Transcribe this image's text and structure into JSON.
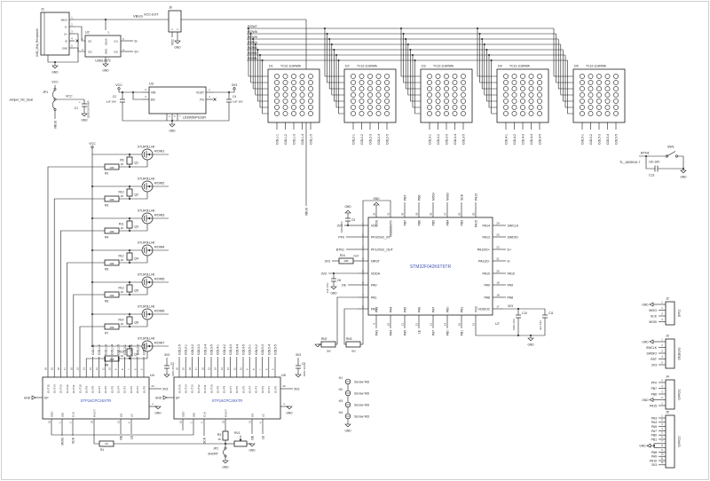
{
  "sheet": {
    "border": "#cfcfcf",
    "bg": "#ffffff"
  },
  "colors": {
    "wire": "#1c1c1c",
    "text": "#1c1c1c",
    "value": "#4053b3"
  },
  "power": {
    "vcc": "VCC",
    "v33": "3V3",
    "gnd": "GND",
    "vbus": "VBUS"
  },
  "usb": {
    "j1": {
      "ref": "J1",
      "label": "USB_Mini_Receptacle",
      "pins": [
        "1",
        "2",
        "3",
        "4",
        "5"
      ],
      "pin_names": [
        "VBUS",
        "D-",
        "D+",
        "ID",
        "GND"
      ]
    },
    "u2": {
      "ref": "U2",
      "part": "USBLC6-2",
      "left_names": [
        "IO1",
        "IO2"
      ],
      "right_names": [
        "IO1",
        "IO2"
      ],
      "top_name": "VBUS",
      "bottom_name": "GND",
      "left_nums": [
        "1",
        "3"
      ],
      "right_nums": [
        "6",
        "4"
      ],
      "top_num": "5",
      "bottom_num": "2",
      "dp": "D+",
      "dm": "D-"
    },
    "ext": {
      "ref": "J6",
      "label": "VCC-EXT",
      "nums": [
        "1",
        "2"
      ]
    },
    "jp1": {
      "ref": "JP1",
      "label": "Jumper_NC_Dual",
      "net_top": "VCC",
      "net_mid": "VCC",
      "net_bot": "VBUS"
    },
    "c1": {
      "ref": "C1",
      "value": "EEHZA1PV5R"
    },
    "u3": {
      "ref": "U3",
      "part": "LD39050PU33R",
      "pins": {
        "vin": "VIN",
        "en": "EN",
        "vout": "VOUT",
        "pg": "PG"
      },
      "nums": {
        "vin": "6",
        "en": "3",
        "vout": "1",
        "pg": "4",
        "gnd": [
          "2",
          "5",
          "7"
        ]
      },
      "in_net": "VCC",
      "out_net": "3V3"
    },
    "c2": {
      "ref": "C2",
      "value": "1uF 16V"
    },
    "c4": {
      "ref": "C4",
      "value": "1uF 16V"
    }
  },
  "matrix": {
    "rows": [
      "ROW7",
      "ROW6",
      "ROW5",
      "ROW4",
      "ROW3",
      "ROW2",
      "ROW1"
    ],
    "part": "TC12-11SRWA",
    "units": [
      {
        "ref": "D1",
        "cols": [
          "COL1-1",
          "COL1-2",
          "COL1-3",
          "COL1-4",
          "COL1-5"
        ]
      },
      {
        "ref": "D2",
        "cols": [
          "COL2-1",
          "COL2-2",
          "COL2-3",
          "COL2-4",
          "COL2-5"
        ]
      },
      {
        "ref": "D3",
        "cols": [
          "COL3-1",
          "COL3-2",
          "COL3-3",
          "COL3-4",
          "COL3-5"
        ]
      },
      {
        "ref": "D4",
        "cols": [
          "COL4-1",
          "COL4-2",
          "COL4-3",
          "COL4-4",
          "COL4-5"
        ]
      },
      {
        "ref": "D5",
        "cols": [
          "COL5-1",
          "COL5-2",
          "COL5-3",
          "COL5-4",
          "COL5-5"
        ]
      }
    ]
  },
  "drivers": {
    "rail": "VCC",
    "part": "STL6P3LLH6",
    "pull_value": "1K",
    "gate_value": "10K",
    "stages": [
      {
        "q": "Q1",
        "rp": "R9",
        "rg": "R2",
        "net": "ROW1"
      },
      {
        "q": "Q2",
        "rp": "R10",
        "rg": "R3",
        "net": "ROW2"
      },
      {
        "q": "Q3",
        "rp": "R11",
        "rg": "R4",
        "net": "ROW3"
      },
      {
        "q": "Q4",
        "rp": "R12",
        "rg": "R5",
        "net": "ROW4"
      },
      {
        "q": "Q5",
        "rp": "R13",
        "rg": "R6",
        "net": "ROW5"
      },
      {
        "q": "Q6",
        "rp": "R14",
        "rg": "R7",
        "net": "ROW6"
      },
      {
        "q": "Q7",
        "rp": "R15",
        "rg": "R8",
        "net": "ROW7"
      }
    ]
  },
  "mcu": {
    "ref": "U7",
    "part": "STM32F042K6T6TR",
    "rst": "RST",
    "left": [
      {
        "num": "1",
        "name": "VDD",
        "net": "3V3"
      },
      {
        "num": "2",
        "name": "PF0/OSC_IN",
        "net": "PF0"
      },
      {
        "num": "3",
        "name": "PF1/OSC_OUT",
        "net": "BTN1"
      },
      {
        "num": "4",
        "name": "NRST",
        "net": "3V3"
      },
      {
        "num": "5",
        "name": "VDDA",
        "net": "3V3"
      },
      {
        "num": "6",
        "name": "PA0",
        "net": "OE"
      },
      {
        "num": "7",
        "name": "PA1",
        "net": ""
      },
      {
        "num": "8",
        "name": "PA2",
        "net": ""
      }
    ],
    "right": [
      {
        "num": "24",
        "name": "PA14",
        "net": "SWCLK"
      },
      {
        "num": "23",
        "name": "PA13",
        "net": "SWDIO"
      },
      {
        "num": "22",
        "name": "PA12/D+",
        "net": "D+"
      },
      {
        "num": "21",
        "name": "PA11/D-",
        "net": "D-"
      },
      {
        "num": "20",
        "name": "PA10",
        "net": "PA10"
      },
      {
        "num": "19",
        "name": "PA9",
        "net": "PA9"
      },
      {
        "num": "18",
        "name": "PA8",
        "net": "PA8"
      },
      {
        "num": "17",
        "name": "VDDIO2",
        "net": "3V3"
      }
    ],
    "top": [
      {
        "num": "32",
        "name": "VSS",
        "net": "GND"
      },
      {
        "num": "31",
        "name": "PB8/BOOT0",
        "net": ""
      },
      {
        "num": "30",
        "name": "PB7",
        "net": "PB7"
      },
      {
        "num": "29",
        "name": "PB6",
        "net": "PB6"
      },
      {
        "num": "28",
        "name": "PB5",
        "net": "MOSI"
      },
      {
        "num": "27",
        "name": "PB4",
        "net": "MISO"
      },
      {
        "num": "26",
        "name": "PB3",
        "net": "SCK"
      },
      {
        "num": "25",
        "name": "PA15",
        "net": "PA15"
      }
    ],
    "bottom": [
      {
        "num": "9",
        "name": "PA3",
        "net": "PA3"
      },
      {
        "num": "10",
        "name": "PA4",
        "net": "PA4"
      },
      {
        "num": "11",
        "name": "PA5",
        "net": "PA5"
      },
      {
        "num": "12",
        "name": "PA6",
        "net": "LE"
      },
      {
        "num": "13",
        "name": "PA7",
        "net": "PA7"
      },
      {
        "num": "14",
        "name": "PB0",
        "net": "PB0"
      },
      {
        "num": "15",
        "name": "PB1",
        "net": "PB1"
      },
      {
        "num": "16",
        "name": "VSS",
        "net": ""
      }
    ],
    "r24": {
      "ref": "R24",
      "value": "10K"
    },
    "c8": {
      "ref": "C8",
      "value": "1uF 16V"
    },
    "c9": {
      "ref": "C9",
      "value": "100n 16V"
    },
    "c10": {
      "ref": "C10",
      "value": "100n 16V"
    },
    "c11": {
      "ref": "C11",
      "value": "4u7 16V"
    },
    "rn2": {
      "ref": "RN2",
      "value": "2k2"
    },
    "rn3": {
      "ref": "RN3",
      "value": "2k2"
    }
  },
  "sr": {
    "part": "STP16CPC26XTR",
    "ep": "EP",
    "vdd_num": "24",
    "gnd_num": "1",
    "top_nums": [
      "20",
      "19",
      "18",
      "17",
      "16",
      "15",
      "14",
      "13",
      "12",
      "11",
      "10",
      "9",
      "8",
      "7",
      "6",
      "5"
    ],
    "out_names": [
      "OUT15",
      "OUT14",
      "OUT13",
      "OUT12",
      "OUT11",
      "OUT10",
      "OUT9",
      "OUT8",
      "OUT7",
      "OUT6",
      "OUT5",
      "OUT4",
      "OUT3",
      "OUT2",
      "OUT1",
      "OUT0"
    ],
    "bottom_pins": [
      {
        "name": "SDO",
        "num": "22"
      },
      {
        "name": "SDI",
        "num": "2"
      },
      {
        "name": "CLK",
        "num": "3"
      },
      {
        "name": "R-EXT",
        "num": "23"
      },
      {
        "name": "OE",
        "num": "21"
      },
      {
        "name": "LE",
        "num": "4"
      }
    ],
    "u4": {
      "ref": "U4",
      "cap_ref": "C3",
      "cap_val": "100n 16V",
      "sdi_net": "MOSI",
      "clk_net": "SCK",
      "oe_net": "OE",
      "le_net": "LE",
      "top_nets": [
        "",
        "",
        "",
        "",
        "",
        "",
        "",
        "COL1-1",
        "COL1-2",
        "COL1-3",
        "COL1-4",
        "COL1-5",
        "COL2-1",
        "COL2-2",
        "COL2-3",
        "COL2-4"
      ]
    },
    "u5": {
      "ref": "U5",
      "cap_ref": "C5",
      "cap_val": "100n 16V",
      "clk_net": "SCK",
      "oe_net": "OE",
      "le_net": "LE",
      "top_nets": [
        "COL2-5",
        "COL3-1",
        "COL3-2",
        "COL3-3",
        "COL3-4",
        "COL3-5",
        "COL4-1",
        "COL4-2",
        "COL4-3",
        "COL4-4",
        "COL4-5",
        "COL5-1",
        "COL5-2",
        "COL5-3",
        "COL5-4",
        "COL5-5"
      ]
    },
    "r1": {
      "ref": "R1",
      "value": "1K"
    },
    "r3": {
      "ref": "R3",
      "value": "1K"
    },
    "jp2": {
      "ref": "JP2",
      "label": "SHORT"
    },
    "rv1": {
      "ref": "RV1"
    }
  },
  "mounting": {
    "label": "Screw M3",
    "items": [
      "H1",
      "H2",
      "H3",
      "H4"
    ]
  },
  "button": {
    "ref": "SW1",
    "part": "TL_1825910-7",
    "net": "BTN1",
    "cap_ref": "C13",
    "cap_val": "10n 16V"
  },
  "connectors": [
    {
      "ref": "J2",
      "name": "SPI1",
      "pins": [
        {
          "num": "1",
          "net": "GND"
        },
        {
          "num": "2",
          "net": "MISO"
        },
        {
          "num": "3",
          "net": "SCK"
        },
        {
          "num": "4",
          "net": "MOSI"
        }
      ]
    },
    {
      "ref": "J3",
      "name": "DEBUG",
      "pins": [
        {
          "num": "1",
          "net": "GND"
        },
        {
          "num": "2",
          "net": "SWCLK"
        },
        {
          "num": "3",
          "net": "SWDIO"
        },
        {
          "num": "4",
          "net": "RST"
        },
        {
          "num": "5",
          "net": "3V3"
        }
      ]
    },
    {
      "ref": "J4",
      "name": "GPIO1",
      "pins": [
        {
          "num": "5",
          "net": "PF0"
        },
        {
          "num": "4",
          "net": "PB7"
        },
        {
          "num": "3",
          "net": "PB6"
        },
        {
          "num": "2",
          "net": "GND"
        },
        {
          "num": "1",
          "net": "PA15"
        }
      ]
    },
    {
      "ref": "J5",
      "name": "GPIO2",
      "pins": [
        {
          "num": "1",
          "net": "PA3"
        },
        {
          "num": "2",
          "net": "PA4"
        },
        {
          "num": "3",
          "net": "PA5"
        },
        {
          "num": "4",
          "net": "PA7"
        },
        {
          "num": "5",
          "net": "PB0"
        },
        {
          "num": "6",
          "net": "PB1"
        },
        {
          "num": "7",
          "net": "GND"
        },
        {
          "num": "8",
          "net": "GND"
        },
        {
          "num": "9",
          "net": "PA8"
        },
        {
          "num": "10",
          "net": "PA9"
        },
        {
          "num": "11",
          "net": "PA10"
        },
        {
          "num": "12",
          "net": "3V3"
        }
      ]
    }
  ]
}
